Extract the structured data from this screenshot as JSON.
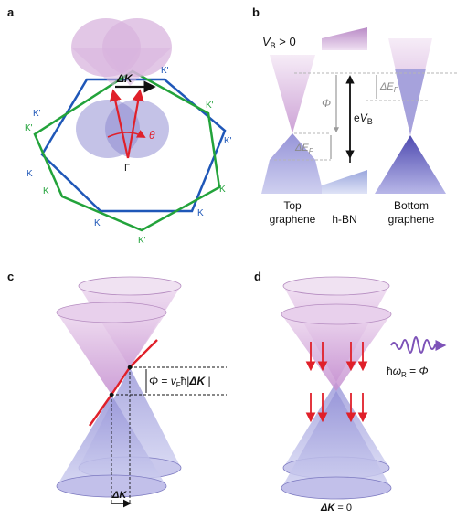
{
  "panels": {
    "a": {
      "label": "a",
      "delta_k": "ΔK",
      "theta": "θ",
      "gamma": "Γ",
      "blue_k_labels": [
        "K",
        "K'",
        "K",
        "K'",
        "K",
        "K'"
      ],
      "green_k_labels": [
        "K'",
        "K",
        "K'",
        "K",
        "K'",
        "K"
      ]
    },
    "b": {
      "label": "b",
      "vb_condition": "V_B > 0",
      "phi": "Φ",
      "delta_ef": "ΔE_F",
      "ev_b": "eV_B",
      "top_graphene_lines": [
        "Top",
        "graphene"
      ],
      "hbn": "h-BN",
      "bottom_graphene_lines": [
        "Bottom",
        "graphene"
      ]
    },
    "c": {
      "label": "c",
      "equation": "Φ = v_F ħ |ΔK |",
      "delta_k": "ΔK"
    },
    "d": {
      "label": "d",
      "photon_energy": "ħω_R = Φ",
      "delta_k_zero": "ΔK = 0"
    }
  },
  "colors": {
    "pink_cone": "#d8b4de",
    "blue_cone": "#8a86cf",
    "arrow_red": "#e0202a",
    "hex_blue": "#1f57b8",
    "hex_green": "#23a33b",
    "photon_purple": "#7d52b8"
  }
}
